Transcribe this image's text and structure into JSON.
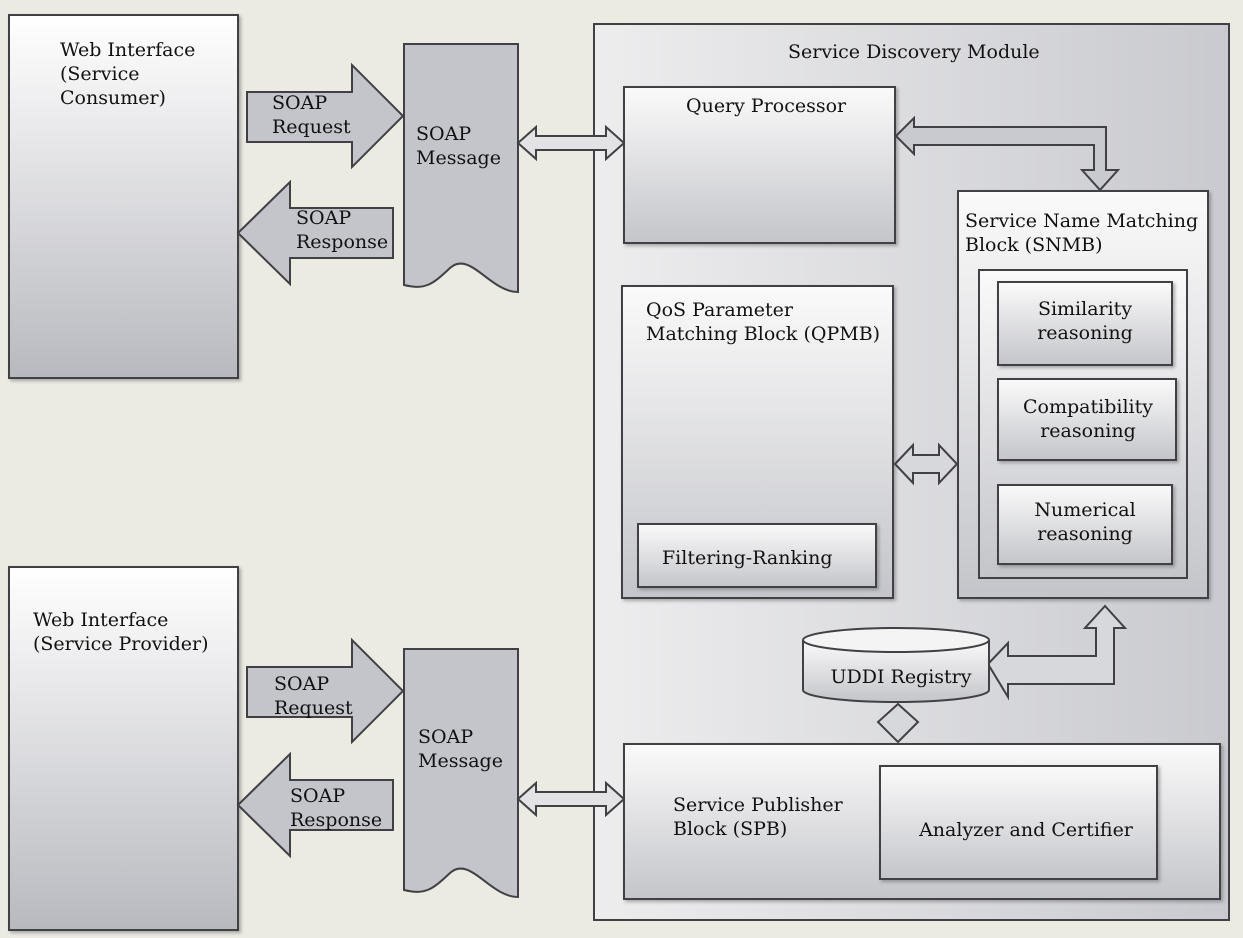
{
  "consumer": {
    "title": "Web Interface\n(Service\nConsumer)"
  },
  "provider": {
    "title": "Web Interface\n(Service Provider)"
  },
  "consumer_flow": {
    "request": "SOAP\nRequest",
    "response": "SOAP\nResponse",
    "message": "SOAP\nMessage"
  },
  "provider_flow": {
    "request": "SOAP\nRequest",
    "response": "SOAP\nResponse",
    "message": "SOAP\nMessage"
  },
  "module": {
    "title": "Service Discovery Module",
    "query_processor": "Query Processor",
    "qpmb": {
      "title": "QoS Parameter\nMatching Block (QPMB)",
      "filtering": "Filtering-Ranking"
    },
    "snmb": {
      "title": "Service Name Matching\nBlock (SNMB)",
      "similarity": "Similarity\nreasoning",
      "compatibility": "Compatibility\nreasoning",
      "numerical": "Numerical\nreasoning"
    },
    "uddi": "UDDI Registry",
    "spb": {
      "title": "Service Publisher\nBlock (SPB)",
      "analyzer": "Analyzer and Certifier"
    }
  },
  "colors": {
    "background": "#ebebe2",
    "box_top": "#ffffff",
    "box_bottom": "#b9bac0",
    "arrow_fill": "#c4c5ca",
    "stroke": "#404045"
  }
}
